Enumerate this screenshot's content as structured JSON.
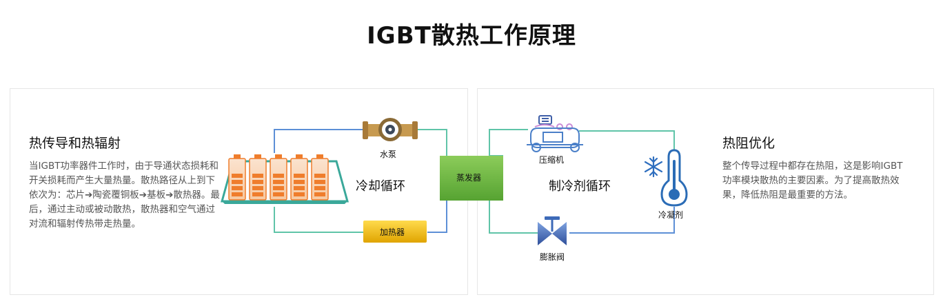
{
  "page": {
    "title": "IGBT散热工作原理"
  },
  "left_panel": {
    "title": "热传导和热辐射",
    "description": "当IGBT功率器件工作时，由于导通状态损耗和开关损耗而产生大量热量。散热路径从上到下依次为：芯片➔陶瓷覆铜板➔基板➔散热器。最后，通过主动或被动散热，散热器和空气通过对流和辐射传热带走热量。"
  },
  "cooling_loop": {
    "label": "冷却循环",
    "pump_label": "水泵",
    "heater_label": "加热器"
  },
  "evaporator": {
    "label": "蒸发器"
  },
  "refrigerant_loop": {
    "label": "制冷剂循环",
    "compressor_label": "压缩机",
    "condenser_label": "冷凝剂",
    "valve_label": "膨胀阀"
  },
  "right_panel": {
    "title": "热阻优化",
    "description": "整个传导过程中都存在热阻，这是影响IGBT功率模块散热的主要因素。为了提高散热效果，降低热阻是最重要的方法。"
  },
  "colors": {
    "pipe_green": "#5fc4a8",
    "pipe_blue": "#5c8fd6",
    "battery_orange": "#ef7d2c",
    "tray_teal": "#3aa89a",
    "evaporator_green": "#6ab33f",
    "heater_yellow": "#f3c01a",
    "valve_blue": "#3f63b0"
  }
}
